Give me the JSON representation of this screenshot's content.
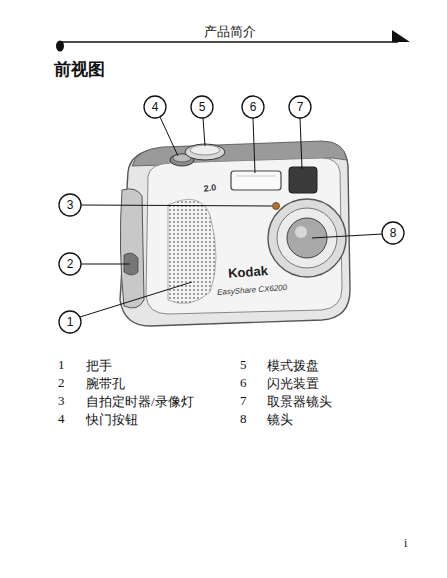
{
  "diagram": {
    "title": "前视图",
    "labels": [
      "产品简介",
      "4",
      "5",
      "6",
      "7",
      "3",
      "8",
      "2",
      "1",
      "2.0",
      "Kodak",
      "EasyShare CX6200",
      "1",
      "把手",
      "5",
      "模式拨盘",
      "2",
      "腕带孔",
      "6",
      "闪光装置",
      "3",
      "自拍定时器/录像灯",
      "7",
      "取景器镜头",
      "4",
      "快门按钮",
      "8",
      "镜头",
      "i"
    ]
  }
}
